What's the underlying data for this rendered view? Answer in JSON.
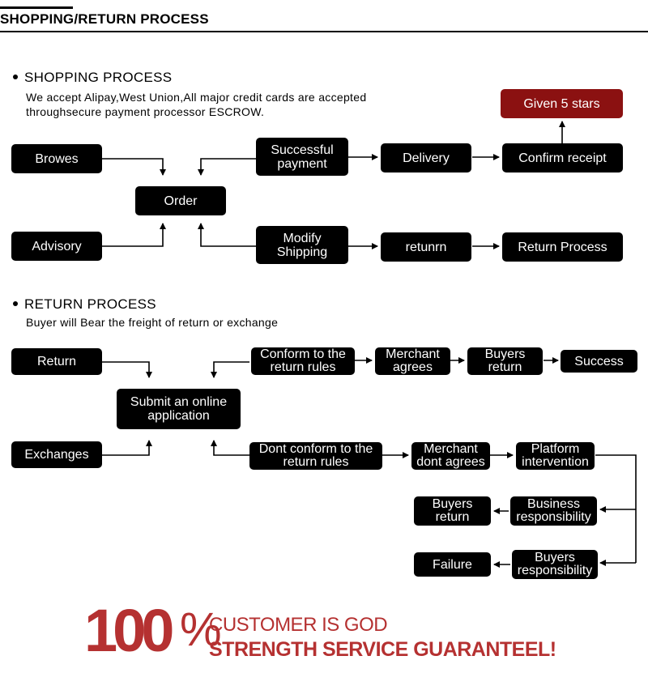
{
  "header": {
    "title": "SHOPPING/RETURN PROCESS"
  },
  "shopping": {
    "title": "SHOPPING PROCESS",
    "note_line1": "We accept Alipay,West Union,All major credit cards are accepted",
    "note_line2": "throughsecure payment processor ESCROW.",
    "nodes": {
      "browes": "Browes",
      "advisory": "Advisory",
      "order": "Order",
      "successful_payment": "Successful\npayment",
      "modify_shipping": "Modify\nShipping",
      "delivery": "Delivery",
      "retunrn": "retunrn",
      "confirm_receipt": "Confirm receipt",
      "return_process": "Return Process",
      "given_5_stars": "Given 5 stars"
    }
  },
  "return": {
    "title": "RETURN PROCESS",
    "note": "Buyer will Bear the freight of return or exchange",
    "nodes": {
      "return": "Return",
      "exchanges": "Exchanges",
      "submit_application": "Submit an online\napplication",
      "conform_rules": "Conform to the\nreturn rules",
      "merchant_agrees": "Merchant\nagrees",
      "buyers_return_top": "Buyers\nreturn",
      "success": "Success",
      "dont_conform_rules": "Dont conform to the\nreturn rules",
      "merchant_dont_agrees": "Merchant\ndont agrees",
      "platform_intervention": "Platform\nintervention",
      "business_responsibility": "Business\nresponsibility",
      "buyers_return_bottom": "Buyers\nreturn",
      "buyers_responsibility": "Buyers\nresponsibility",
      "failure": "Failure"
    }
  },
  "footer": {
    "big_number": "100",
    "percent_sign": "%",
    "slogan_line1": "CUSTOMER IS GOD",
    "slogan_line2": "STRENGTH SERVICE GUARANTEEL!"
  },
  "colors": {
    "box": "#000000",
    "highlight_box": "#8b1111",
    "brand_red": "#b53131"
  }
}
